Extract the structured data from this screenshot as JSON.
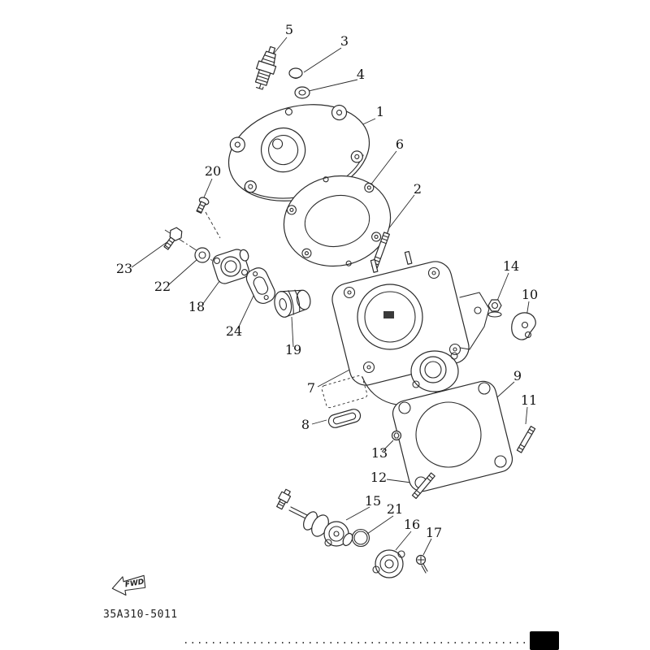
{
  "diagram": {
    "type": "exploded-parts-diagram",
    "part_code": "35A310-5011",
    "fwd_label": "FWD",
    "callouts": {
      "c1": "1",
      "c2": "2",
      "c3": "3",
      "c4": "4",
      "c5": "5",
      "c6": "6",
      "c7": "7",
      "c8": "8",
      "c9": "9",
      "c10": "10",
      "c11": "11",
      "c12": "12",
      "c13": "13",
      "c14": "14",
      "c15": "15",
      "c16": "16",
      "c17": "17",
      "c18": "18",
      "c19": "19",
      "c20": "20",
      "c21": "21",
      "c22": "22",
      "c23": "23",
      "c24": "24"
    }
  }
}
